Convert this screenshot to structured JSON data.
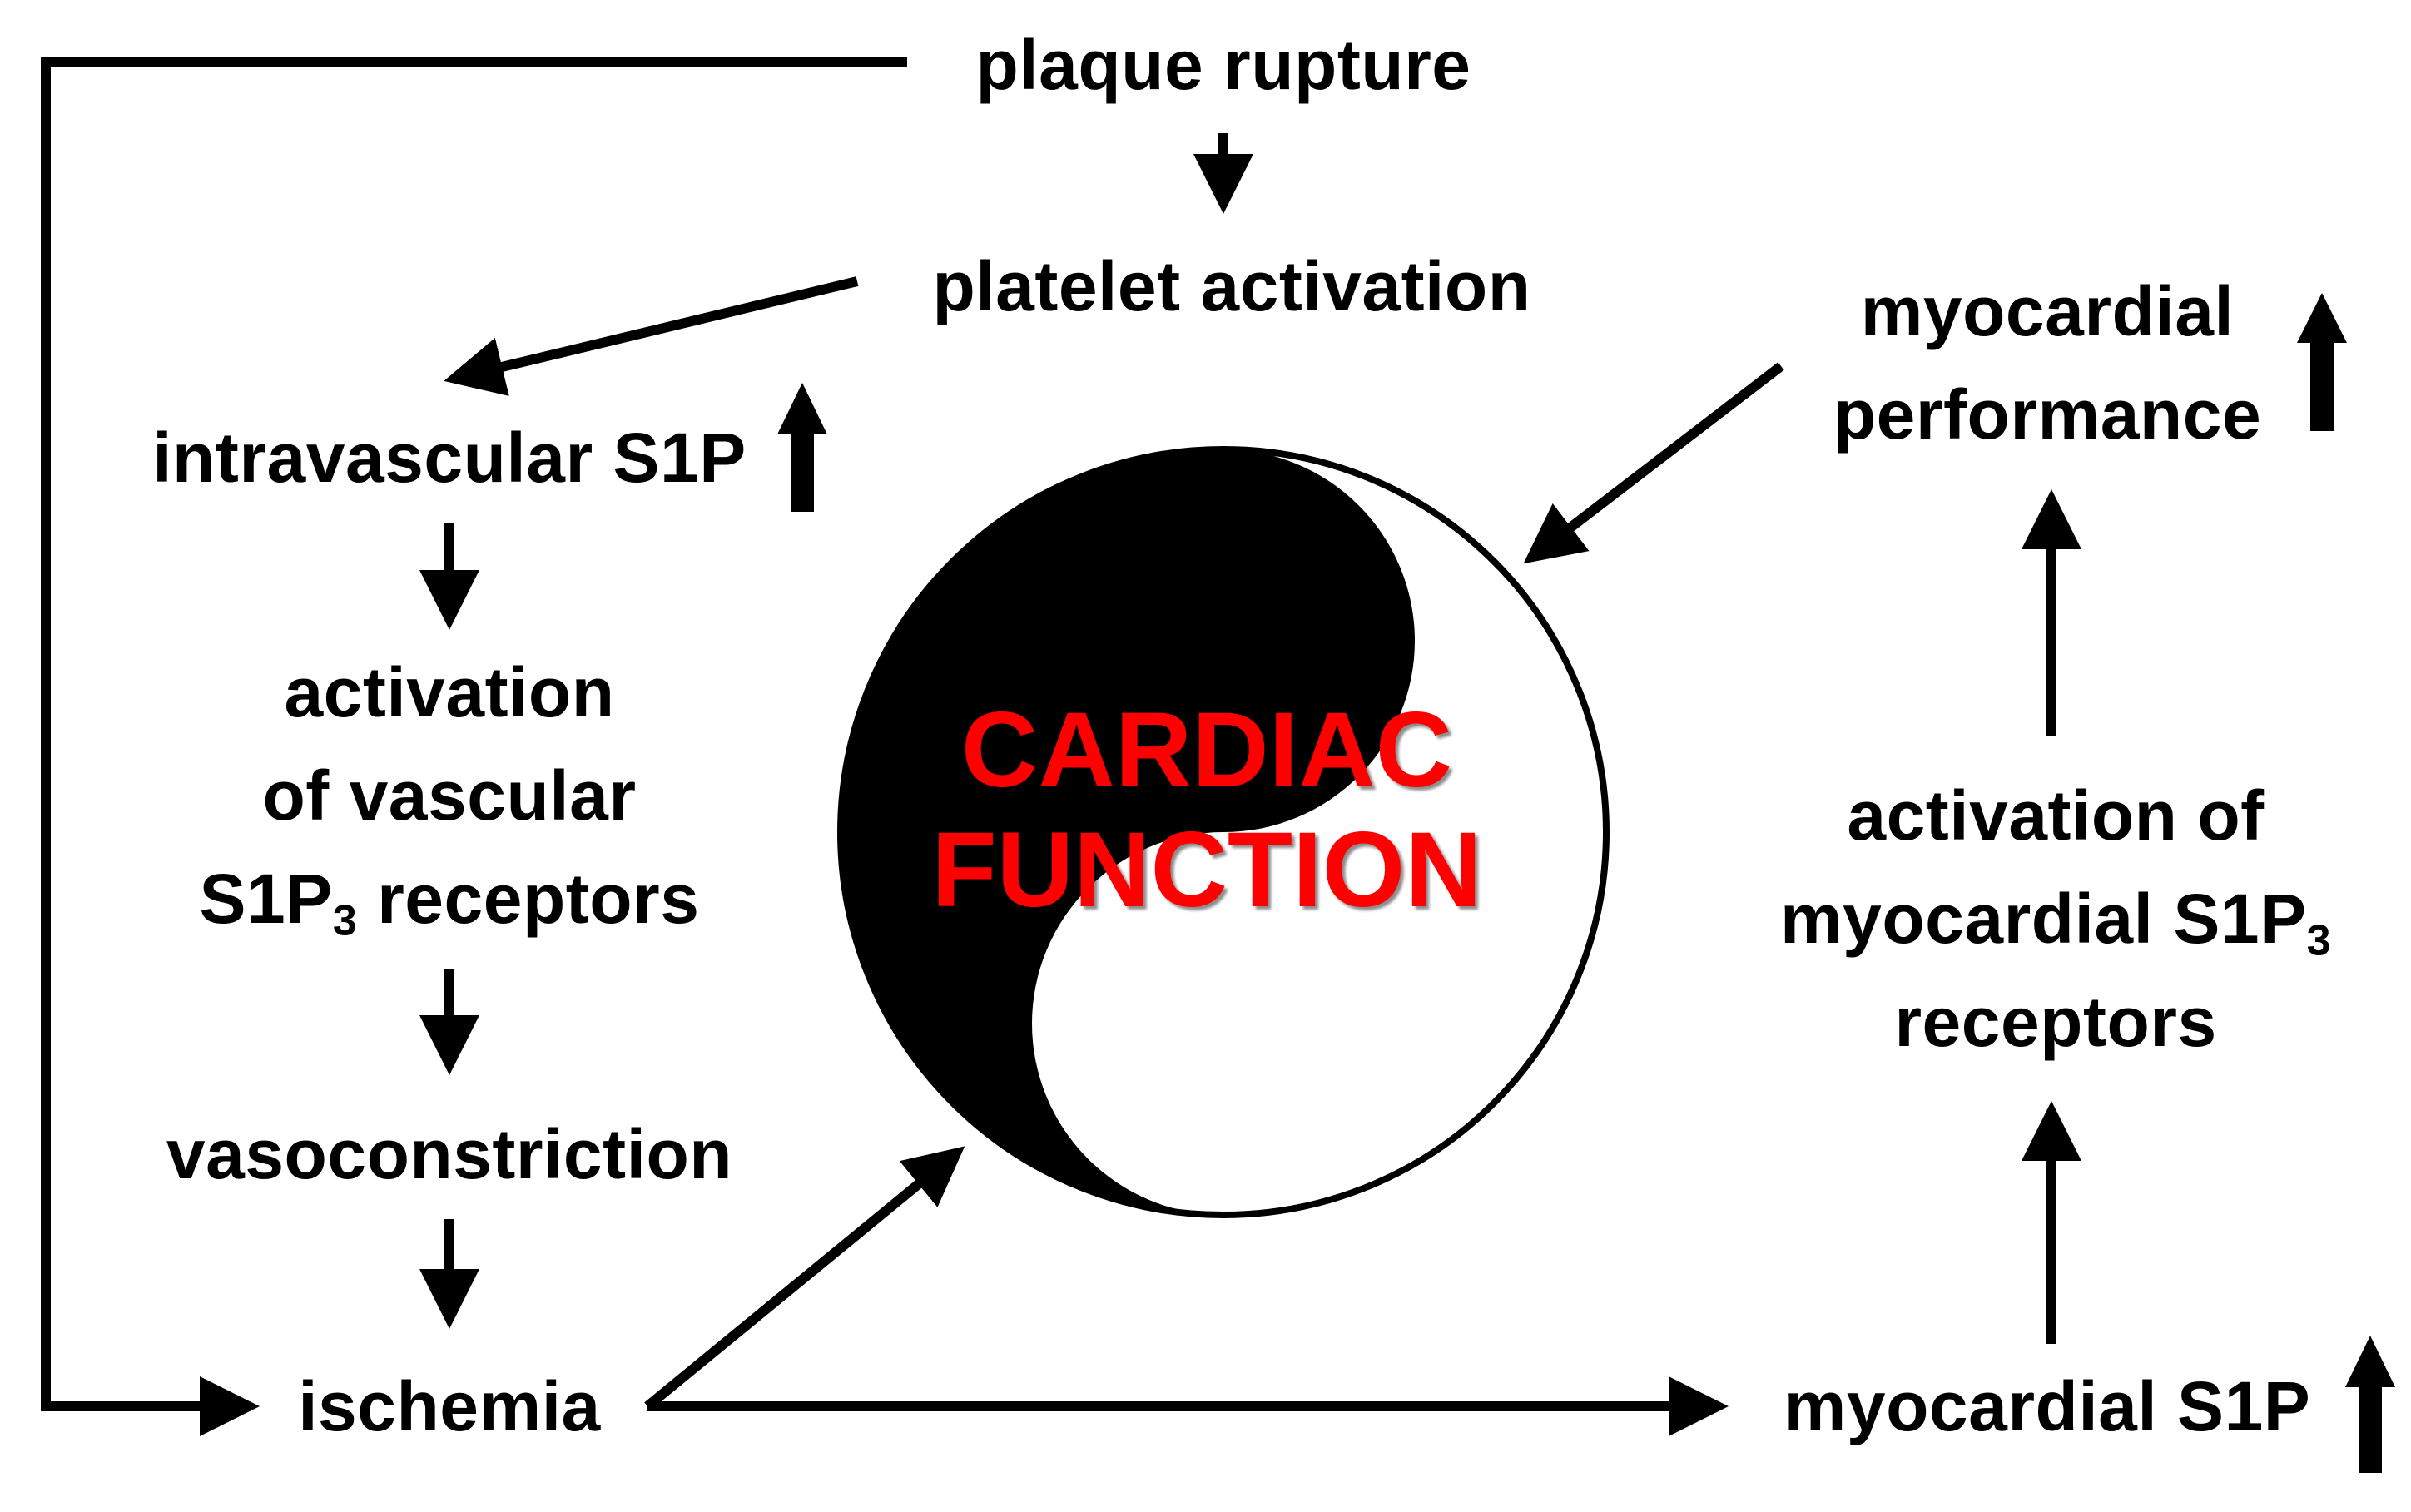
{
  "nodes": {
    "plaque_rupture": "plaque rupture",
    "platelet_activation": "platelet activation",
    "intravascular_s1p": "intravascular S1P",
    "vascular_activation_line1": "activation",
    "vascular_activation_line2": "of vascular",
    "vascular_activation_line3_pre": "S1P",
    "vascular_activation_line3_sub": "3",
    "vascular_activation_line3_post": " receptors",
    "vasoconstriction": "vasoconstriction",
    "ischemia": "ischemia",
    "myocardial_s1p": "myocardial S1P",
    "myocardial_activation_line1": "activation of",
    "myocardial_activation_line2_pre": "myocardial S1P",
    "myocardial_activation_line2_sub": "3",
    "myocardial_activation_line3": "receptors",
    "myocardial_performance_line1": "myocardial",
    "myocardial_performance_line2": "performance"
  },
  "center": {
    "line1": "CARDIAC",
    "line2": "FUNCTION"
  },
  "symbol": {
    "icon": "yin-yang-icon"
  },
  "colors": {
    "center_text": "#ff0000",
    "lines": "#000000",
    "background": "#ffffff"
  }
}
